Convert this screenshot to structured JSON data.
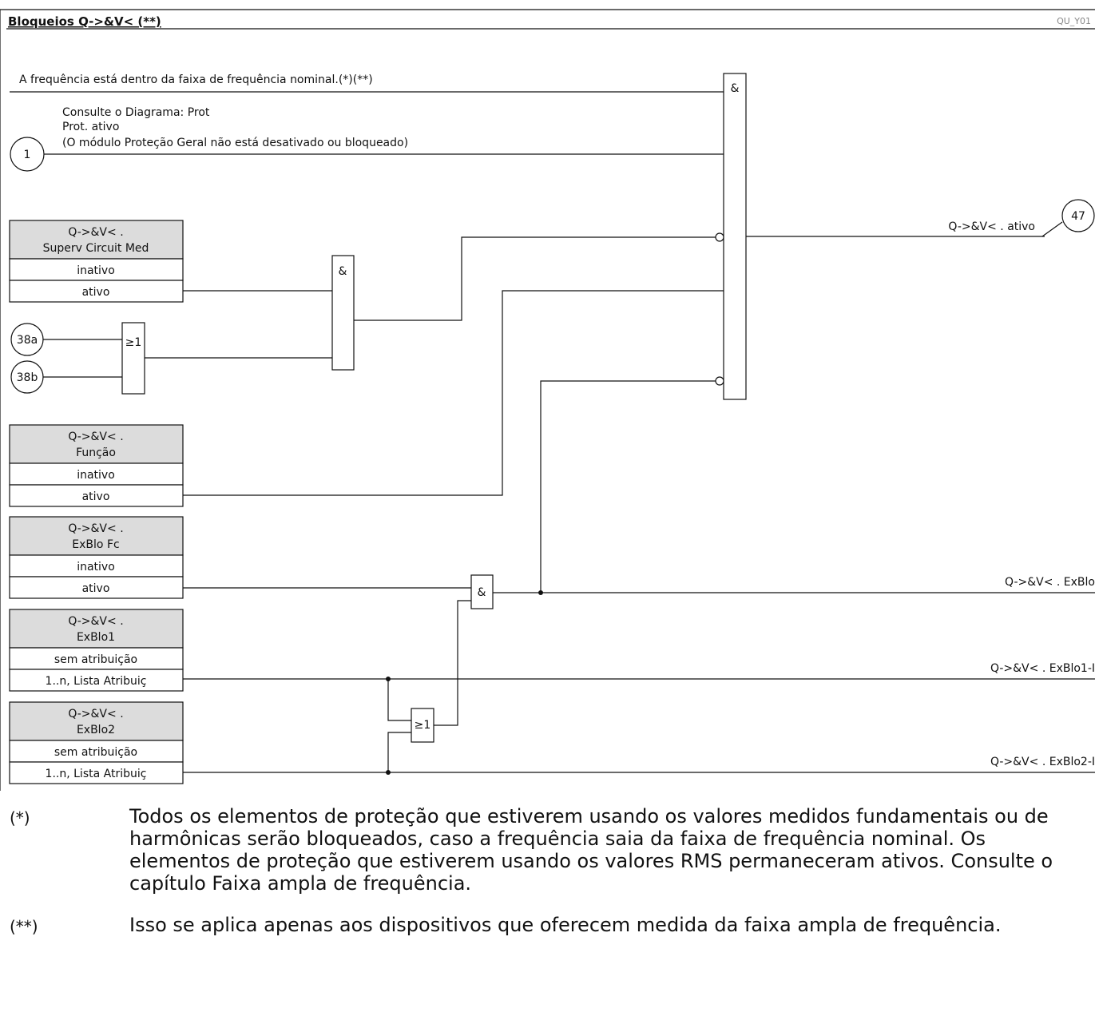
{
  "header": {
    "title": "Bloqueios Q->&V< (**)",
    "code": "QU_Y01"
  },
  "inputs": {
    "freq_line": "A frequência está dentro da faixa de frequência nominal.(*)(**)",
    "ref1_line1": "Consulte o Diagrama: Prot",
    "ref1_line2": "Prot. ativo",
    "ref1_line3": "(O módulo Proteção Geral não está desativado ou bloqueado)"
  },
  "connectors": {
    "c1": "1",
    "c38a": "38a",
    "c38b": "38b",
    "c47": "47"
  },
  "gates": {
    "and_symbol": "&",
    "or_symbol": "≥1"
  },
  "param_boxes": [
    {
      "title1": "Q->&V< .",
      "title2": "Superv Circuit Med",
      "opt1": "inativo",
      "opt2": "ativo"
    },
    {
      "title1": "Q->&V< .",
      "title2": "Função",
      "opt1": "inativo",
      "opt2": "ativo"
    },
    {
      "title1": "Q->&V< .",
      "title2": "ExBlo Fc",
      "opt1": "inativo",
      "opt2": "ativo"
    },
    {
      "title1": "Q->&V< .",
      "title2": "ExBlo1",
      "opt1": "sem atribuição",
      "opt2": "1..n, Lista Atribuiç"
    },
    {
      "title1": "Q->&V< .",
      "title2": "ExBlo2",
      "opt1": "sem atribuição",
      "opt2": "1..n, Lista Atribuiç"
    }
  ],
  "outputs": {
    "active": "Q->&V< . ativo",
    "exblo": "Q->&V< . ExBlo",
    "exblo1": "Q->&V< . ExBlo1-I",
    "exblo2": "Q->&V< . ExBlo2-I"
  },
  "footnotes": [
    {
      "key": "(*)",
      "text": "Todos os elementos de proteção que estiverem usando os valores medidos fundamentais ou de harmônicas serão bloqueados, caso a frequência saia da faixa de frequência nominal. Os elementos de proteção que estiverem usando os valores RMS permaneceram ativos. Consulte o capítulo Faixa ampla de frequência."
    },
    {
      "key": "(**)",
      "text": "Isso se aplica apenas aos dispositivos que oferecem medida da faixa ampla de frequência."
    }
  ]
}
